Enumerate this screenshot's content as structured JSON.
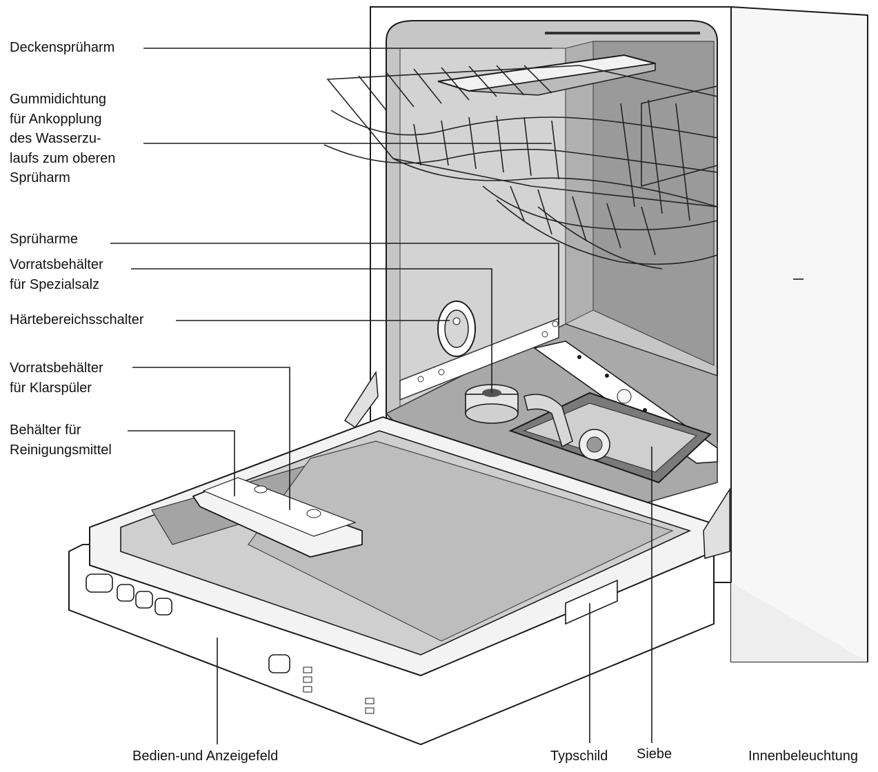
{
  "labels": {
    "deckenspruharm": [
      "Deckensprüharm"
    ],
    "gummidichtung": [
      "Gummidichtung",
      "für Ankopplung",
      "des Wasserzu-",
      "laufs zum oberen",
      "Sprüharm"
    ],
    "spruharme": [
      "Sprüharme"
    ],
    "salz": [
      "Vorratsbehälter",
      "für Spezialsalz"
    ],
    "haerte": [
      "Härtebereichsschalter"
    ],
    "klarspueler": [
      "Vorratsbehälter",
      "für Klarspüler"
    ],
    "reinigungsmittel": [
      "Behälter für",
      "Reinigungsmittel"
    ],
    "bedienfeld": [
      "Bedien-und Anzeigefeld"
    ],
    "typschild": [
      "Typschild"
    ],
    "siebe": [
      "Siebe"
    ],
    "innenbeleuchtung": [
      "Innenbeleuchtung"
    ]
  },
  "colors": {
    "line": "#1a1a1a",
    "tub_shade": "#c9c9c9",
    "tub_dark": "#8c8c8c",
    "cabinet": "#ffffff"
  }
}
